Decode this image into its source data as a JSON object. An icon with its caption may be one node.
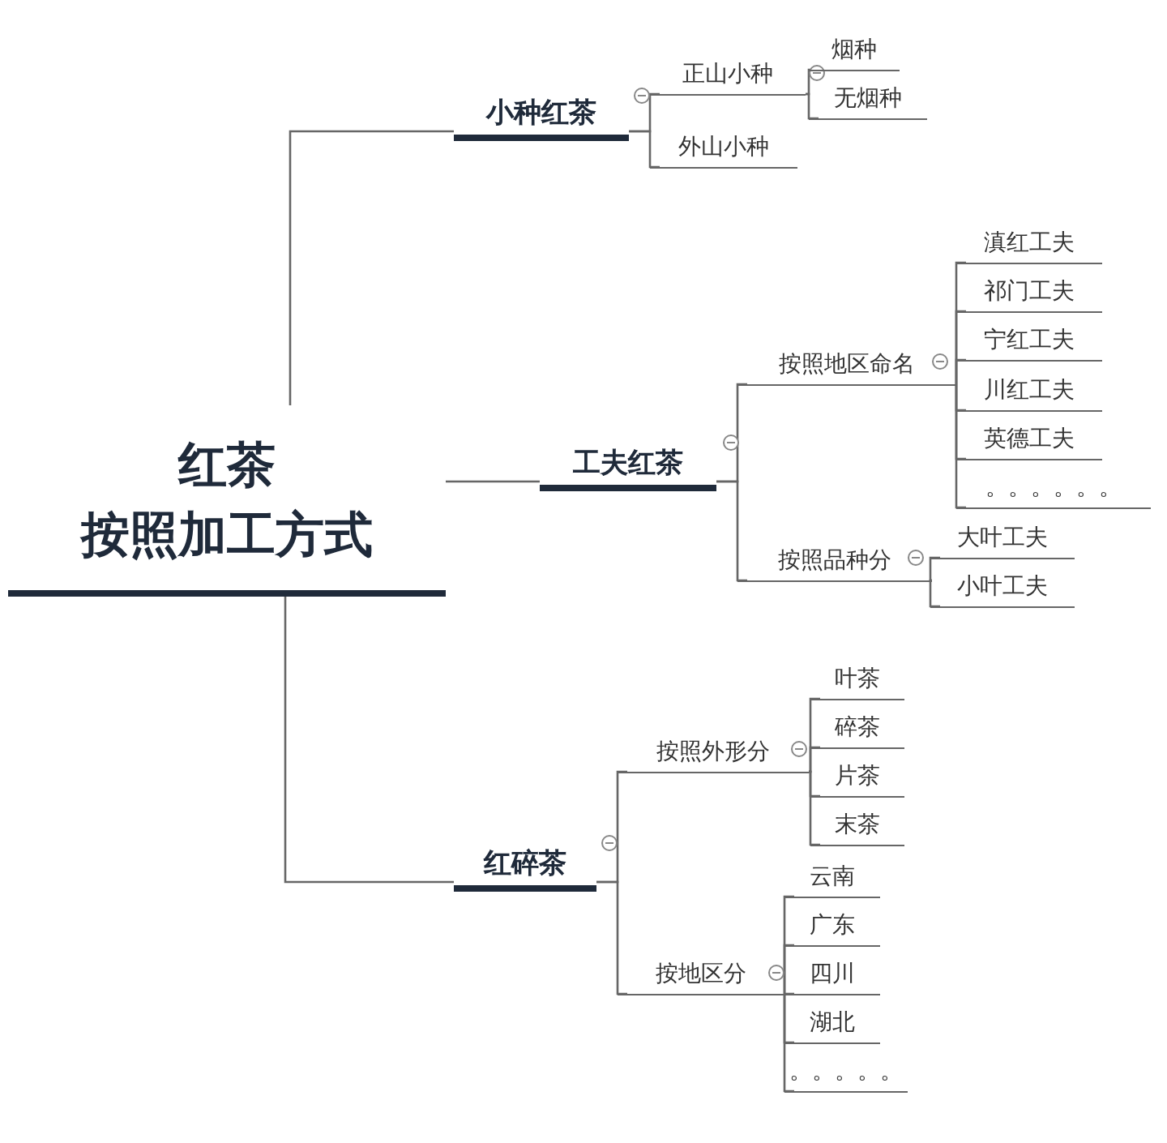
{
  "diagram": {
    "nodes": [
      {
        "text": [
          "红茶",
          "按照加工方式"
        ]
      },
      {
        "text": [
          "小种红茶"
        ]
      },
      {
        "text": [
          "正山小种"
        ]
      },
      {
        "text": [
          "烟种"
        ]
      },
      {
        "text": [
          "无烟种"
        ]
      },
      {
        "text": [
          "外山小种"
        ]
      },
      {
        "text": [
          "工夫红茶"
        ]
      },
      {
        "text": [
          "按照地区命名"
        ]
      },
      {
        "text": [
          "滇红工夫"
        ]
      },
      {
        "text": [
          "祁门工夫"
        ]
      },
      {
        "text": [
          "宁红工夫"
        ]
      },
      {
        "text": [
          "川红工夫"
        ]
      },
      {
        "text": [
          "英德工夫"
        ]
      },
      {
        "text": [
          "。。。。。。"
        ]
      },
      {
        "text": [
          "按照品种分"
        ]
      },
      {
        "text": [
          "大叶工夫"
        ]
      },
      {
        "text": [
          "小叶工夫"
        ]
      },
      {
        "text": [
          "红碎茶"
        ]
      },
      {
        "text": [
          "按照外形分"
        ]
      },
      {
        "text": [
          "叶茶"
        ]
      },
      {
        "text": [
          "碎茶"
        ]
      },
      {
        "text": [
          "片茶"
        ]
      },
      {
        "text": [
          "末茶"
        ]
      },
      {
        "text": [
          "按地区分"
        ]
      },
      {
        "text": [
          "云南"
        ]
      },
      {
        "text": [
          "广东"
        ]
      },
      {
        "text": [
          "四川"
        ]
      },
      {
        "text": [
          "湖北"
        ]
      },
      {
        "text": [
          "。。。。。"
        ]
      }
    ],
    "edges": [
      {
        "from": 0,
        "to": 1,
        "arrow": "none"
      },
      {
        "from": 0,
        "to": 6,
        "arrow": "none"
      },
      {
        "from": 0,
        "to": 17,
        "arrow": "none"
      },
      {
        "from": 1,
        "to": 2,
        "arrow": "none"
      },
      {
        "from": 1,
        "to": 5,
        "arrow": "none"
      },
      {
        "from": 2,
        "to": 3,
        "arrow": "none"
      },
      {
        "from": 2,
        "to": 4,
        "arrow": "none"
      },
      {
        "from": 6,
        "to": 7,
        "arrow": "none"
      },
      {
        "from": 6,
        "to": 14,
        "arrow": "none"
      },
      {
        "from": 7,
        "to": 8,
        "arrow": "none"
      },
      {
        "from": 7,
        "to": 9,
        "arrow": "none"
      },
      {
        "from": 7,
        "to": 10,
        "arrow": "none"
      },
      {
        "from": 7,
        "to": 11,
        "arrow": "none"
      },
      {
        "from": 7,
        "to": 12,
        "arrow": "none"
      },
      {
        "from": 7,
        "to": 13,
        "arrow": "none"
      },
      {
        "from": 14,
        "to": 15,
        "arrow": "none"
      },
      {
        "from": 14,
        "to": 16,
        "arrow": "none"
      },
      {
        "from": 17,
        "to": 18,
        "arrow": "none"
      },
      {
        "from": 17,
        "to": 23,
        "arrow": "none"
      },
      {
        "from": 18,
        "to": 19,
        "arrow": "none"
      },
      {
        "from": 18,
        "to": 20,
        "arrow": "none"
      },
      {
        "from": 18,
        "to": 21,
        "arrow": "none"
      },
      {
        "from": 18,
        "to": 22,
        "arrow": "none"
      },
      {
        "from": 23,
        "to": 24,
        "arrow": "none"
      },
      {
        "from": 23,
        "to": 25,
        "arrow": "none"
      },
      {
        "from": 23,
        "to": 26,
        "arrow": "none"
      },
      {
        "from": 23,
        "to": 27,
        "arrow": "none"
      },
      {
        "from": 23,
        "to": 28,
        "arrow": "none"
      }
    ]
  }
}
